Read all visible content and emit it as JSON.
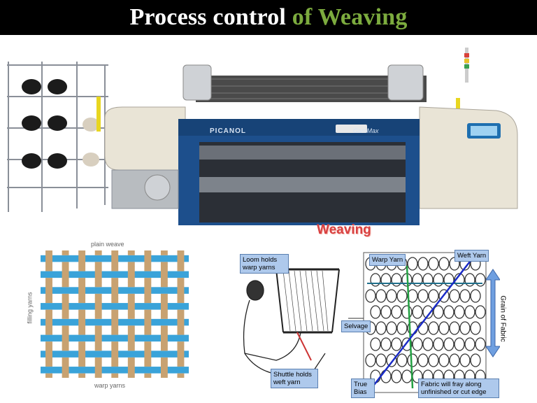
{
  "slide": {
    "title_main": "Process control",
    "title_accent": "of Weaving",
    "accent_color": "#7cab3e"
  },
  "loom": {
    "brand": "PICANOL",
    "model": "GamMax",
    "label": "Weaving",
    "frame_color": "#1d4f8c"
  },
  "plain_weave": {
    "title": "plain weave",
    "side_label": "filling yarns",
    "bottom_label": "warp yarns",
    "warp_color": "#c8a271",
    "weft_color": "#3aa3d9"
  },
  "hand_loom": {
    "label_top": "Loom holds warp yarns",
    "label_bottom": "Shuttle holds weft yarn"
  },
  "fabric": {
    "warp_label": "Warp Yarn",
    "weft_label": "Weft Yarn",
    "selvage_label": "Selvage",
    "grain_label": "Grain of Fabric",
    "bias_label": "True Bias",
    "fray_label": "Fabric will fray along unfinished or cut edge"
  }
}
